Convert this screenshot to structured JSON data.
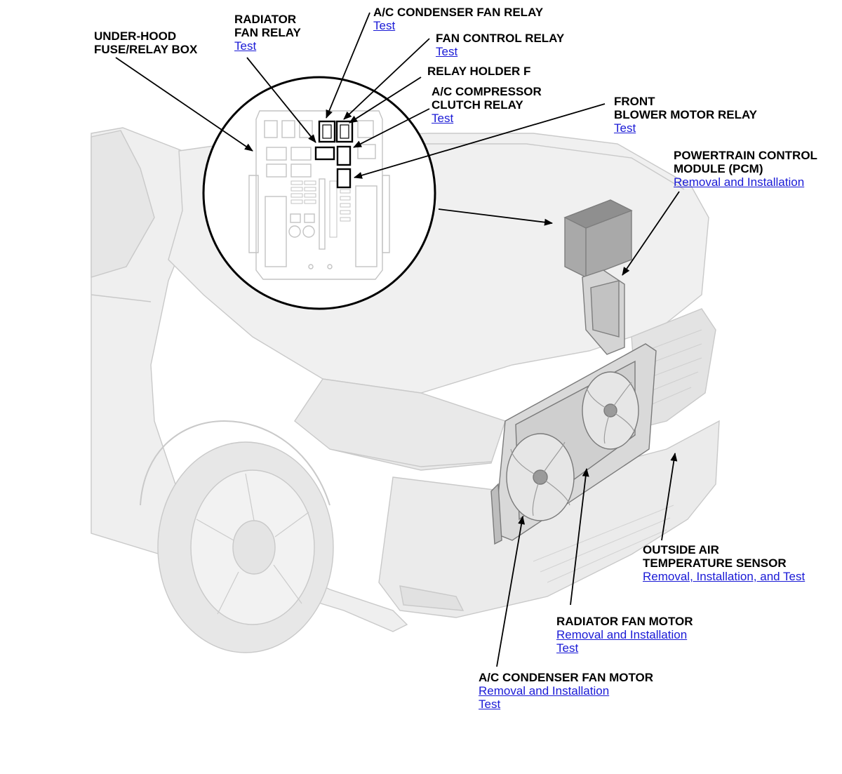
{
  "colors": {
    "label": "#000000",
    "link": "#1a1ad6",
    "vehicle_fill": "#ededed",
    "vehicle_line": "#c9c9c9",
    "component": "#8a8a8a"
  },
  "icons": [
    "fuse-relay-box-inset",
    "vehicle-illustration",
    "pcm-unit",
    "radiator-fan-assembly"
  ],
  "callouts": {
    "under_hood_box": {
      "line1": "UNDER-HOOD",
      "line2": "FUSE/RELAY BOX"
    },
    "radiator_fan_relay": {
      "line1": "RADIATOR",
      "line2": "FAN RELAY",
      "link1": "Test"
    },
    "ac_condenser_fan_relay": {
      "line1": "A/C CONDENSER FAN RELAY",
      "link1": "Test"
    },
    "fan_control_relay": {
      "line1": "FAN CONTROL RELAY",
      "link1": "Test"
    },
    "relay_holder_f": {
      "line1": "RELAY HOLDER F"
    },
    "ac_compressor_clutch_relay": {
      "line1": "A/C COMPRESSOR",
      "line2": "CLUTCH RELAY",
      "link1": "Test"
    },
    "front_blower_motor_relay": {
      "line1": "FRONT",
      "line2": "BLOWER MOTOR RELAY",
      "link1": "Test"
    },
    "pcm": {
      "line1": "POWERTRAIN CONTROL",
      "line2": "MODULE (PCM)",
      "link1": "Removal and Installation"
    },
    "outside_air_temp_sensor": {
      "line1": "OUTSIDE AIR",
      "line2": "TEMPERATURE SENSOR",
      "link1": "Removal, Installation, and Test"
    },
    "radiator_fan_motor": {
      "line1": "RADIATOR FAN MOTOR",
      "link1": "Removal and Installation",
      "link2": "Test"
    },
    "ac_condenser_fan_motor": {
      "line1": "A/C CONDENSER FAN MOTOR",
      "link1": "Removal and Installation",
      "link2": "Test"
    }
  }
}
